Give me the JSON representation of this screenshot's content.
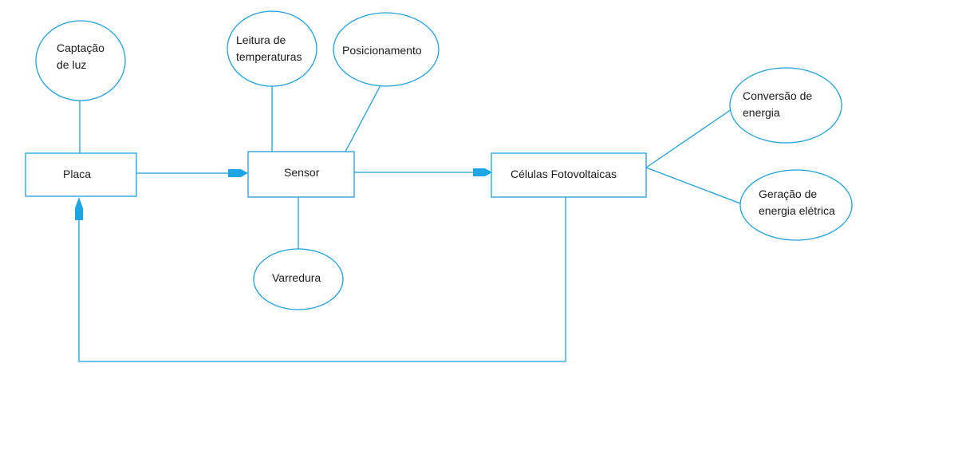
{
  "diagram": {
    "colors": {
      "stroke": "#1f9fd9",
      "arrow": "#1ea5e3",
      "text": "#1a1a1a",
      "background": "#ffffff"
    },
    "nodes": {
      "placa": {
        "label": "Placa"
      },
      "sensor": {
        "label": "Sensor"
      },
      "celulas": {
        "label": "Células Fotovoltaicas"
      },
      "captacao": {
        "line1": "Captação",
        "line2": "de luz"
      },
      "leitura": {
        "line1": "Leitura de",
        "line2": "temperaturas"
      },
      "posicionamento": {
        "label": "Posicionamento"
      },
      "varredura": {
        "label": "Varredura"
      },
      "conversao": {
        "line1": "Conversão de",
        "line2": "energia"
      },
      "geracao": {
        "line1": "Geração de",
        "line2": "energia elétrica"
      }
    }
  }
}
